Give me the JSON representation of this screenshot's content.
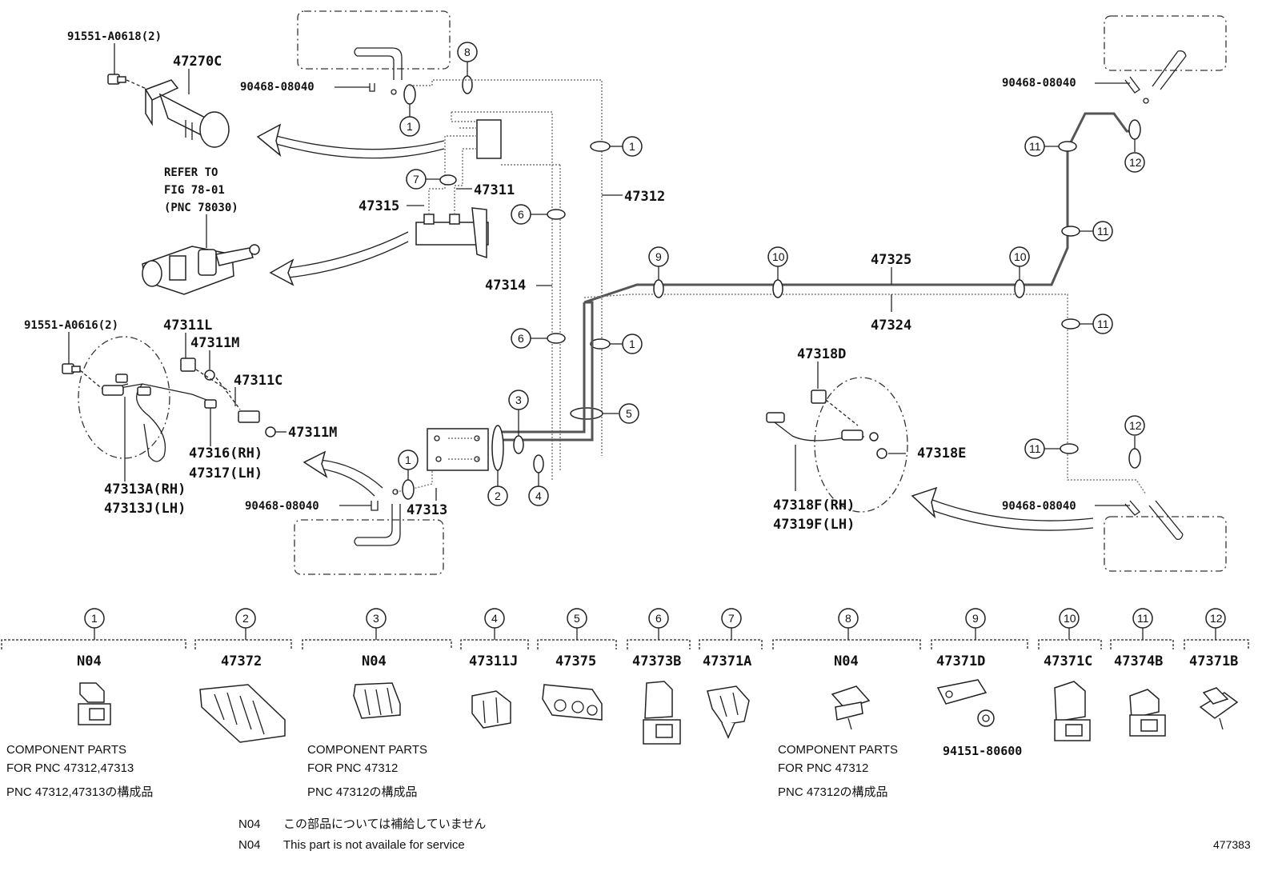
{
  "figure_id": "477383",
  "callout_texts": {
    "bolt_top": "91551-A0618(2)",
    "cyl_top": "47270C",
    "clip_top_left": "90468-08040",
    "refer_1": "REFER TO",
    "refer_2": "FIG 78-01",
    "refer_3": "(PNC 78030)",
    "p47311": "47311",
    "p47315": "47315",
    "p47312": "47312",
    "p47314": "47314",
    "p47325": "47325",
    "p47324": "47324",
    "bolt_mid": "91551-A0616(2)",
    "p47311L": "47311L",
    "p47311M_a": "47311M",
    "p47311C": "47311C",
    "p47311M_b": "47311M",
    "p47316": "47316(RH)",
    "p47317": "47317(LH)",
    "p47313A": "47313A(RH)",
    "p47313J": "47313J(LH)",
    "clip_bottom_left": "90468-08040",
    "p47313": "47313",
    "p47318D": "47318D",
    "p47318E": "47318E",
    "p47318F": "47318F(RH)",
    "p47319F": "47319F(LH)",
    "clip_top_right": "90468-08040",
    "clip_bottom_right": "90468-08040"
  },
  "diagram_circles": [
    "8",
    "1",
    "1",
    "7",
    "6",
    "1",
    "6",
    "3",
    "5",
    "2",
    "4",
    "1",
    "9",
    "10",
    "10",
    "11",
    "11",
    "12",
    "11",
    "11",
    "12"
  ],
  "legend": [
    {
      "num": "1",
      "part": "N04",
      "sub": ""
    },
    {
      "num": "2",
      "part": "47372",
      "sub": ""
    },
    {
      "num": "3",
      "part": "N04",
      "sub": ""
    },
    {
      "num": "4",
      "part": "47311J",
      "sub": ""
    },
    {
      "num": "5",
      "part": "47375",
      "sub": ""
    },
    {
      "num": "6",
      "part": "47373B",
      "sub": ""
    },
    {
      "num": "7",
      "part": "47371A",
      "sub": ""
    },
    {
      "num": "8",
      "part": "N04",
      "sub": ""
    },
    {
      "num": "9",
      "part": "47371D",
      "sub": "94151-80600"
    },
    {
      "num": "10",
      "part": "47371C",
      "sub": ""
    },
    {
      "num": "11",
      "part": "47374B",
      "sub": ""
    },
    {
      "num": "12",
      "part": "47371B",
      "sub": ""
    }
  ],
  "component_notes": {
    "n1_l1": "COMPONENT PARTS",
    "n1_l2": "FOR PNC 47312,47313",
    "n1_l3": "PNC 47312,47313の構成品",
    "n3_l1": "COMPONENT PARTS",
    "n3_l2": "FOR PNC 47312",
    "n3_l3": "PNC 47312の構成品",
    "n8_l1": "COMPONENT PARTS",
    "n8_l2": "FOR PNC 47312",
    "n8_l3": "PNC 47312の構成品"
  },
  "footnotes": [
    {
      "code": "N04",
      "text": "この部品については補給していません"
    },
    {
      "code": "N04",
      "text": "This part is not availale for service"
    }
  ]
}
